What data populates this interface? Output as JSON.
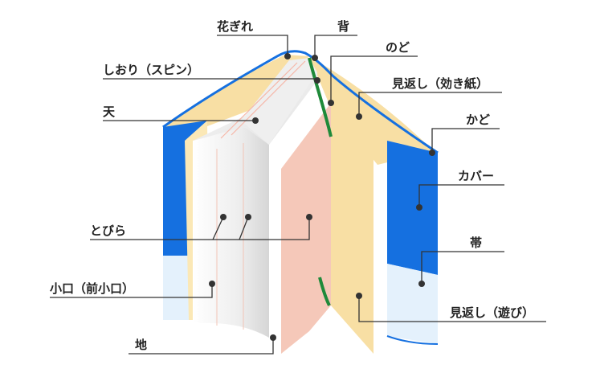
{
  "labels": {
    "hanagire": "花ぎれ",
    "se": "背",
    "nodo": "のど",
    "shiori": "しおり（スピン）",
    "mikaeshi_kikigami": "見返し（効き紙）",
    "ten": "天",
    "kado": "かど",
    "cover": "カバー",
    "tobira": "とびら",
    "obi": "帯",
    "koguchi": "小口（前小口）",
    "mikaeshi_asobi": "見返し（遊び）",
    "chi": "地"
  },
  "colors": {
    "cover_blue": "#1570e0",
    "obi_light": "#e4f1fc",
    "endpaper": "#f8dfa4",
    "tobira_pink": "#f5c8b9",
    "page_white": "#f2f2f2",
    "ribbon_green": "#1f8a3a",
    "leader": "#333333"
  }
}
